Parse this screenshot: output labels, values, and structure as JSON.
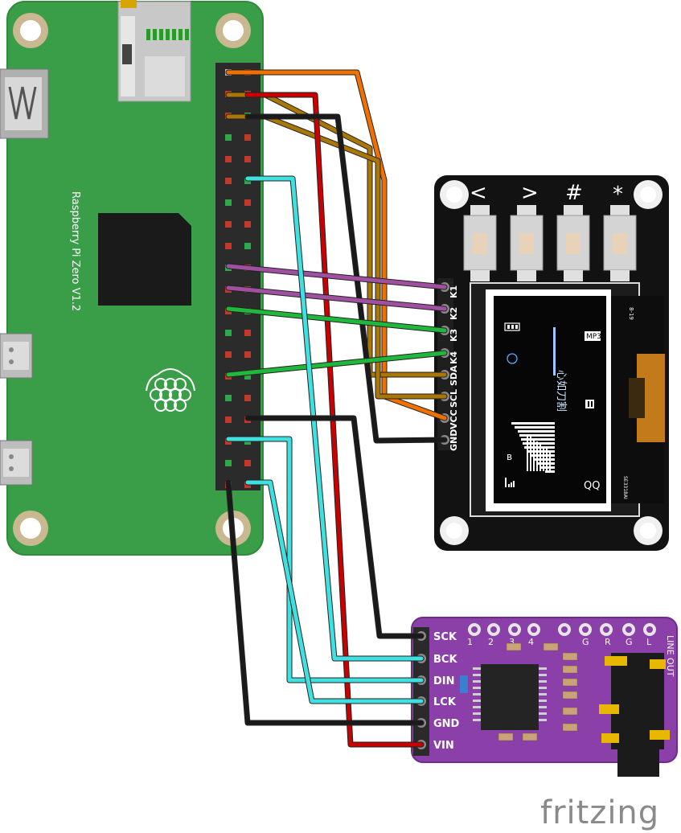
{
  "board": {
    "label": "Raspberry Pi Zero V1.2"
  },
  "oled": {
    "pins": [
      "GND",
      "VCC",
      "SCL",
      "SDA",
      "K4",
      "K3",
      "K2",
      "K1"
    ],
    "keys": [
      "<",
      ">",
      "#",
      "*"
    ],
    "screen": {
      "badge": "MP3",
      "qq": "QQ",
      "bt": "ʙ",
      "chinese": "心如刀割"
    },
    "side_text": [
      "8-19",
      "SE3318AI"
    ]
  },
  "dac": {
    "pins": [
      "SCK",
      "BCK",
      "DIN",
      "LCK",
      "GND",
      "VIN"
    ],
    "top_labels": [
      "1",
      "2",
      "3",
      "4",
      "G",
      "R",
      "G",
      "L"
    ],
    "side_label": "LINE OUT"
  },
  "brand": {
    "name": "fritzing"
  },
  "colors": {
    "pcb_green": "#3a9e48",
    "oled_black": "#121212",
    "dac_purple": "#8b3fa8",
    "wire_orange": "#f07000",
    "wire_brown": "#a87708",
    "wire_red": "#c80000",
    "wire_black": "#1a1a1a",
    "wire_cyan": "#3fe0e0",
    "wire_purple": "#a050a0",
    "wire_green": "#1fb83a"
  }
}
